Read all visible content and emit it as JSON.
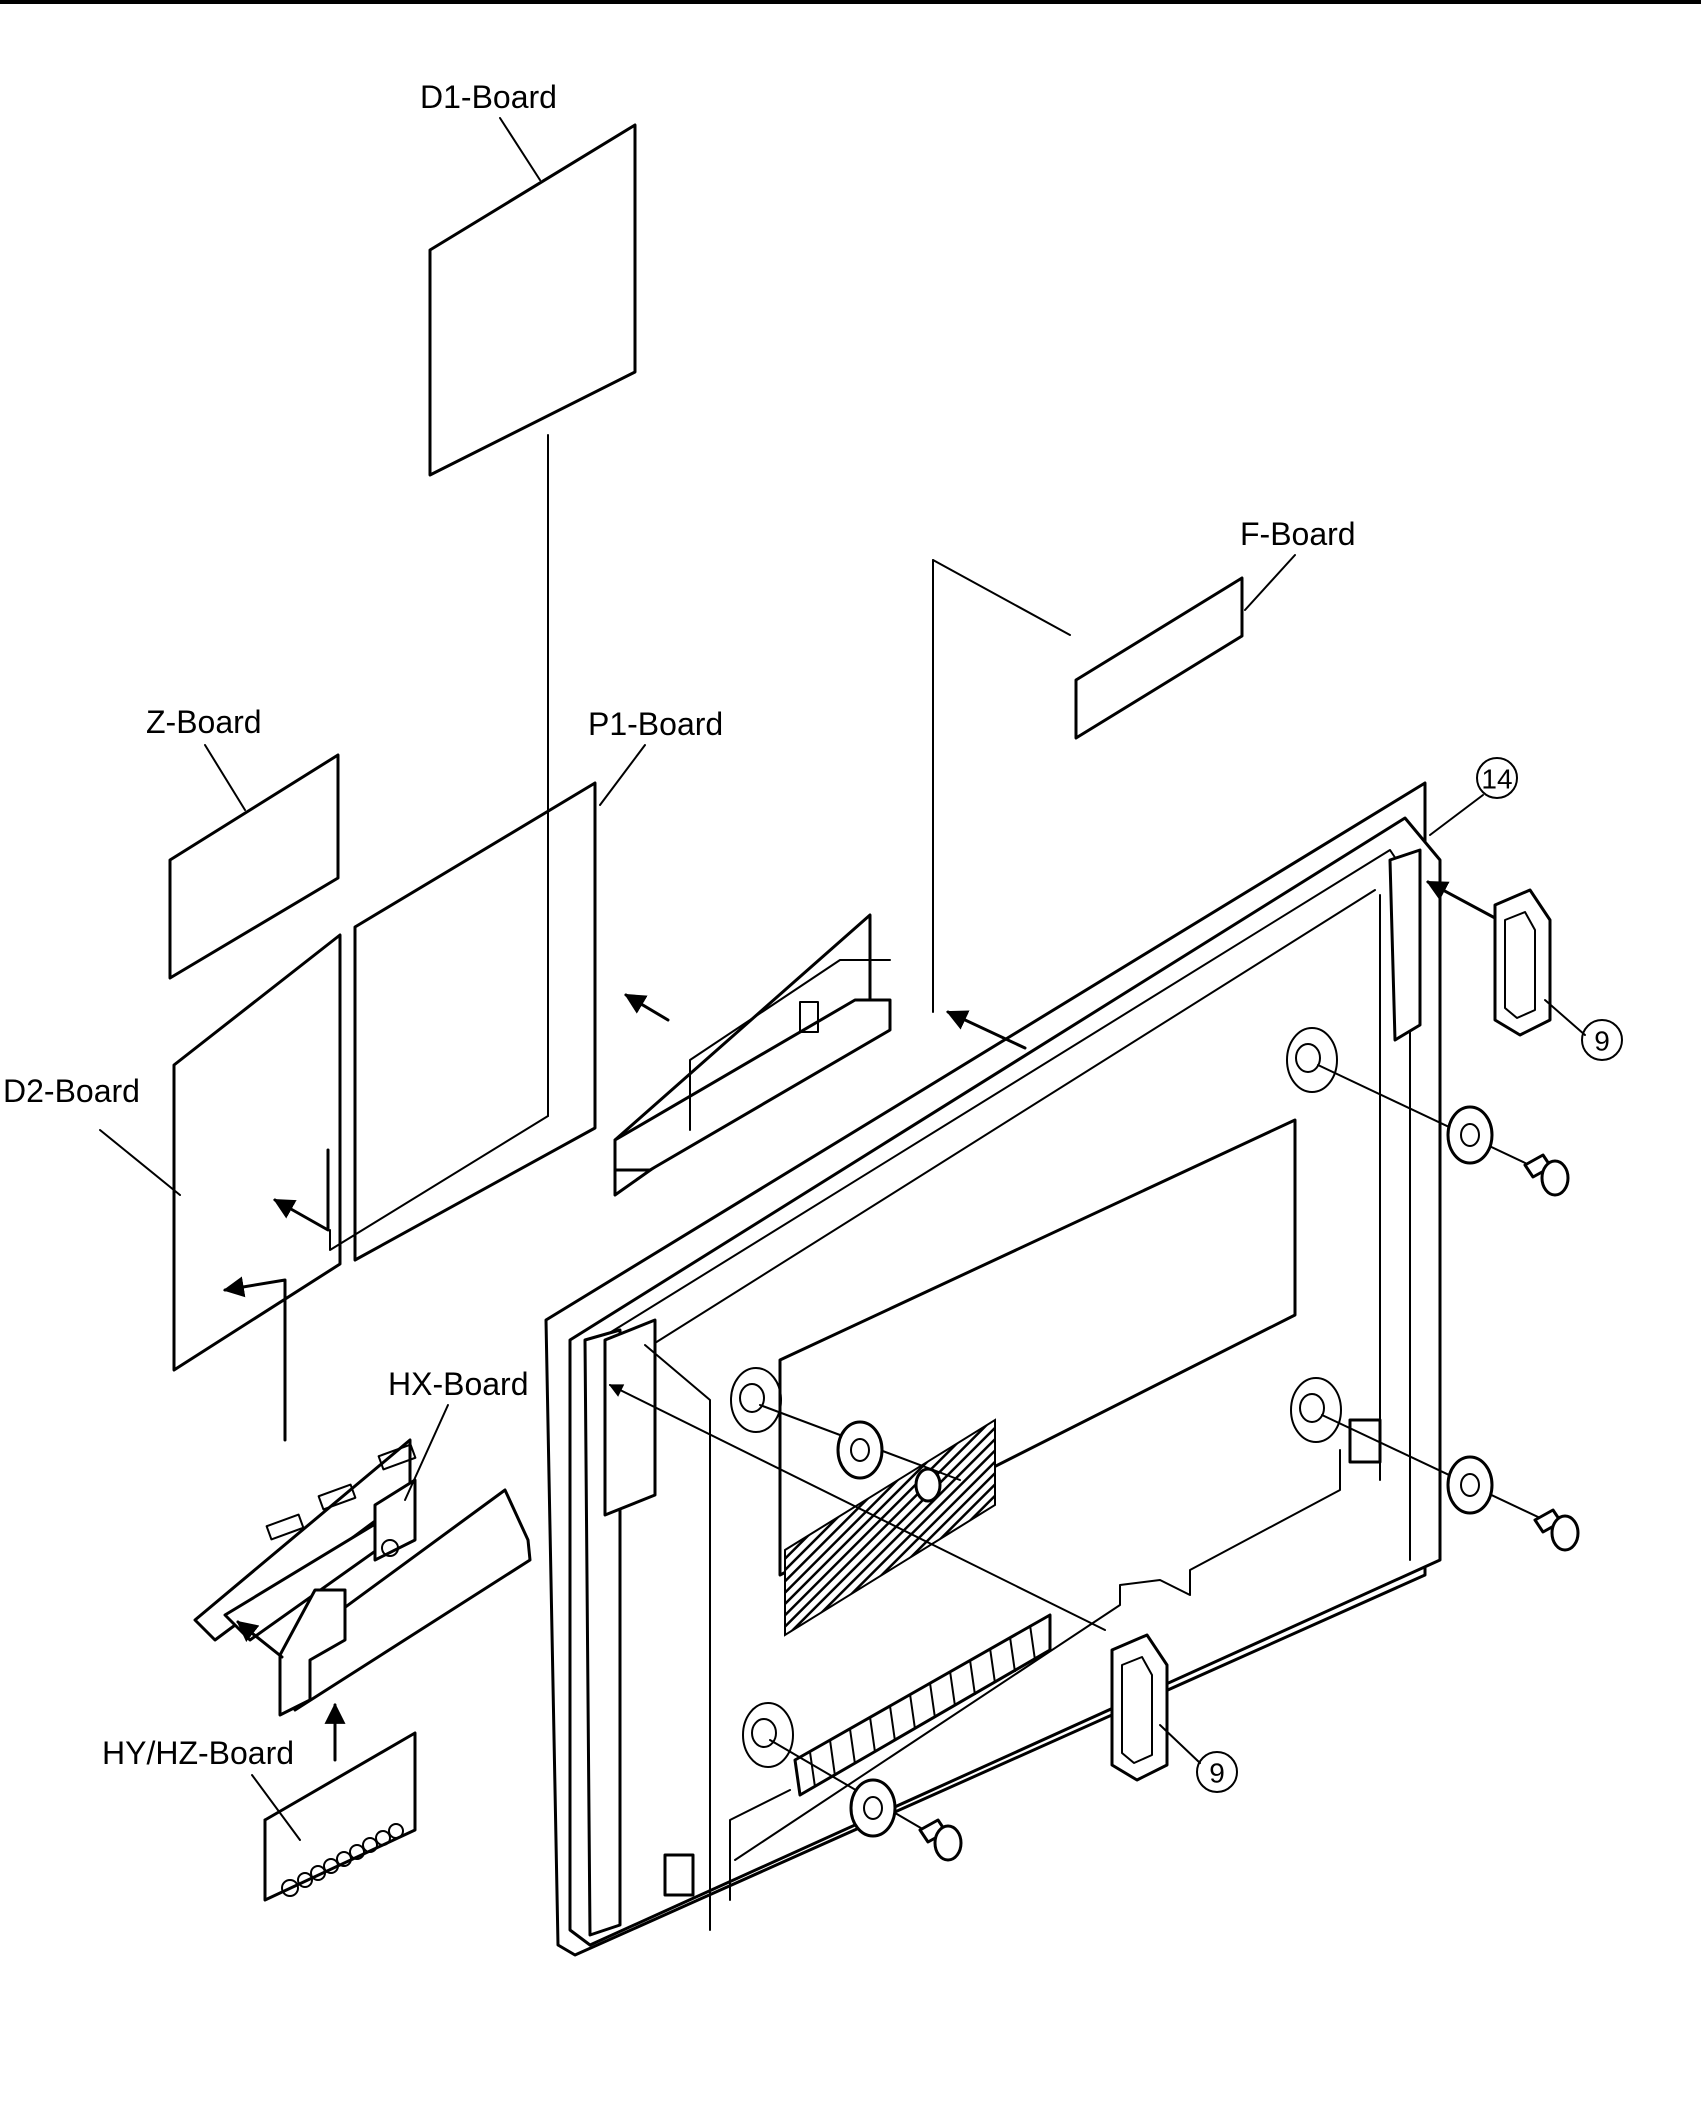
{
  "labels": {
    "d1_board": "D1-Board",
    "f_board": "F-Board",
    "z_board": "Z-Board",
    "p1_board": "P1-Board",
    "d2_board": "D2-Board",
    "hx_board": "HX-Board",
    "hy_hz_board": "HY/HZ-Board"
  },
  "callouts": {
    "part_14": "14",
    "part_9_right": "9",
    "part_9_bottom": "9"
  },
  "colors": {
    "line": "#000000",
    "background": "#ffffff"
  }
}
